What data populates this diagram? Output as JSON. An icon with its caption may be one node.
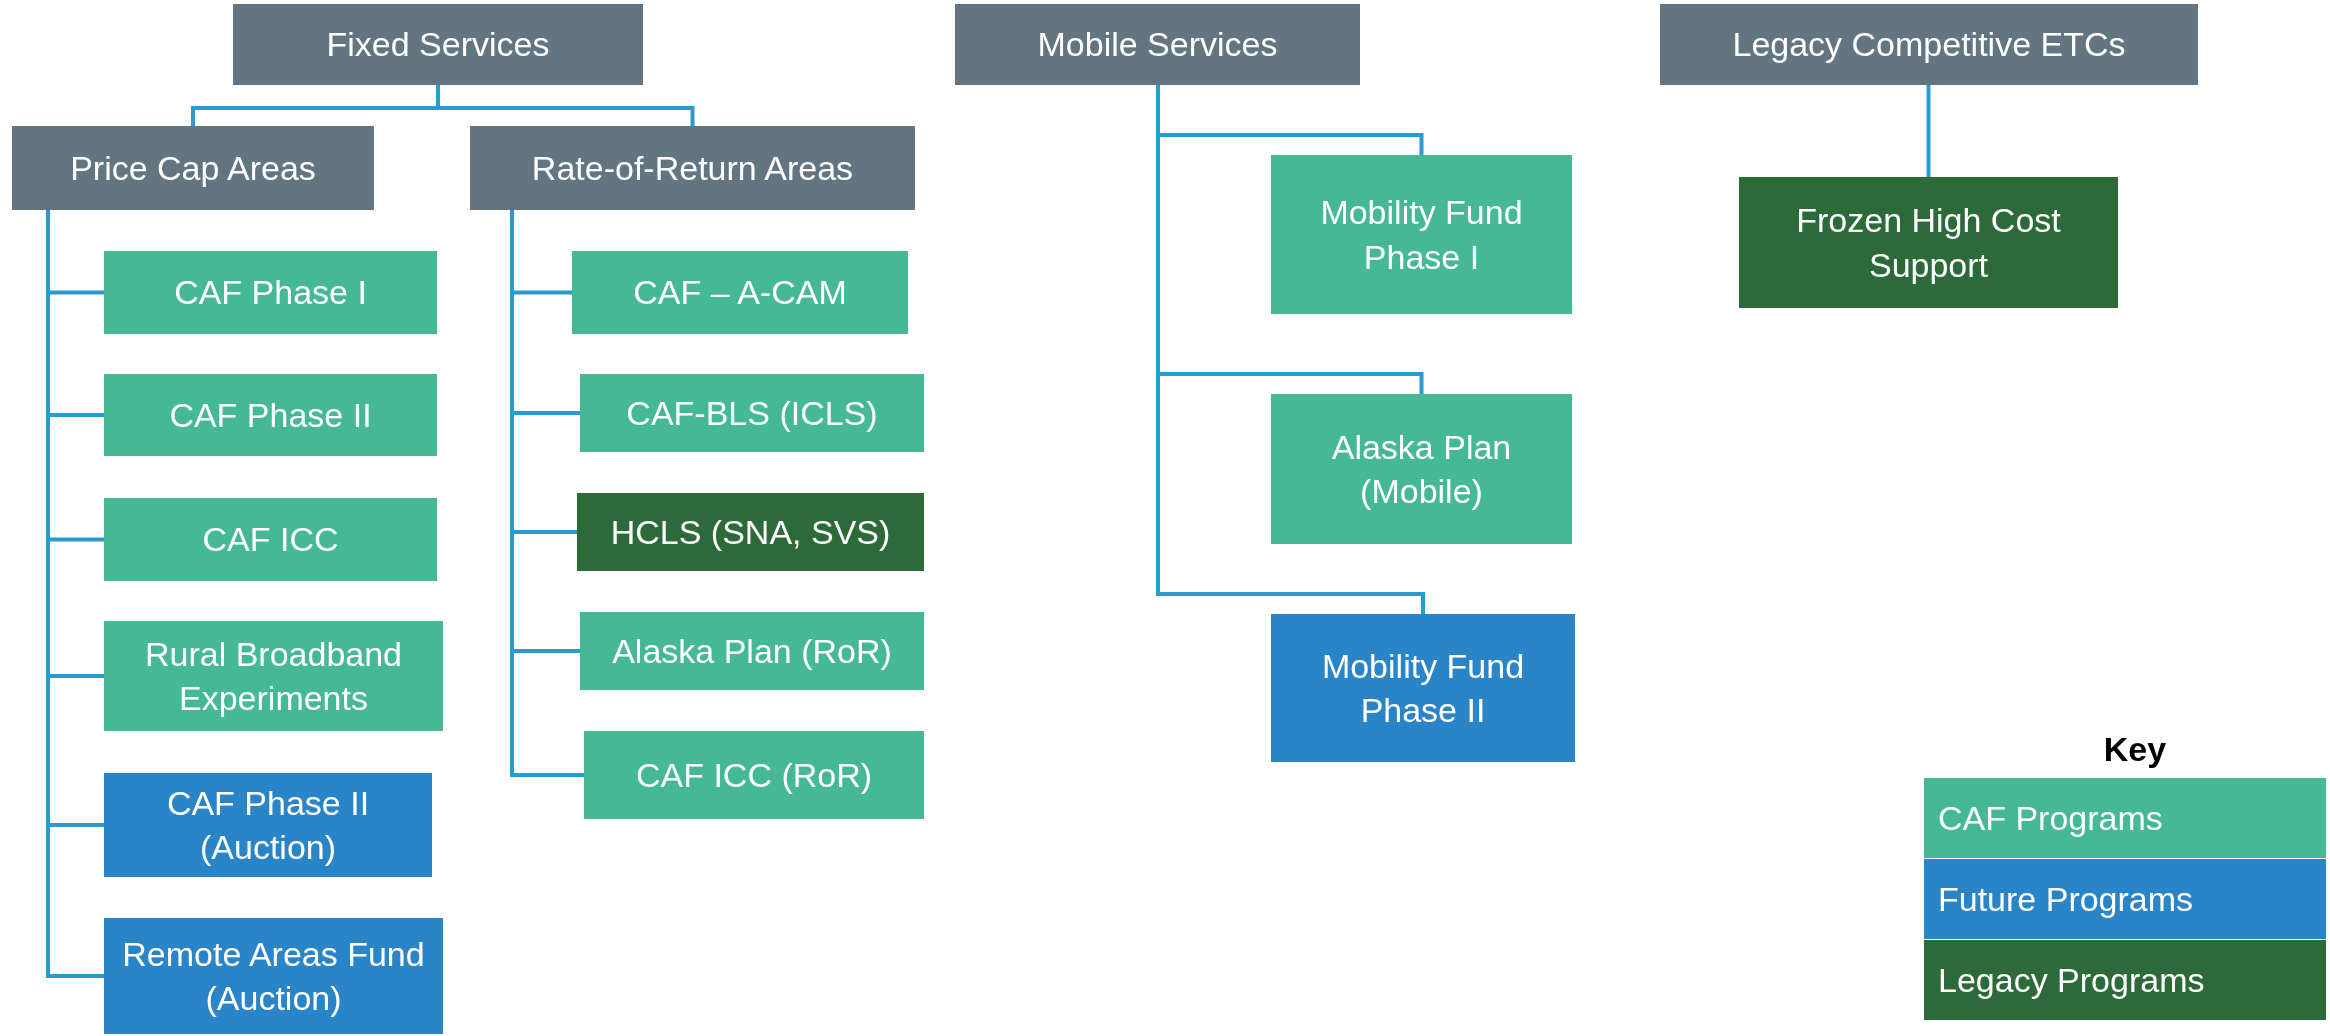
{
  "diagram": {
    "nodes": [
      {
        "text": [
          "Fixed Services"
        ]
      },
      {
        "text": [
          "Price Cap Areas"
        ]
      },
      {
        "text": [
          "Rate-of-Return Areas"
        ]
      },
      {
        "text": [
          "CAF Phase I"
        ]
      },
      {
        "text": [
          "CAF Phase II"
        ]
      },
      {
        "text": [
          "CAF ICC"
        ]
      },
      {
        "text": [
          "Rural Broadband Experiments"
        ]
      },
      {
        "text": [
          "CAF Phase II (Auction)"
        ]
      },
      {
        "text": [
          "Remote Areas Fund (Auction)"
        ]
      },
      {
        "text": [
          "CAF – A-CAM"
        ]
      },
      {
        "text": [
          "CAF-BLS (ICLS)"
        ]
      },
      {
        "text": [
          "HCLS (SNA, SVS)"
        ]
      },
      {
        "text": [
          "Alaska Plan (RoR)"
        ]
      },
      {
        "text": [
          "CAF ICC (RoR)"
        ]
      },
      {
        "text": [
          "Mobile Services"
        ]
      },
      {
        "text": [
          "Mobility Fund Phase I"
        ]
      },
      {
        "text": [
          "Alaska Plan (Mobile)"
        ]
      },
      {
        "text": [
          "Mobility Fund Phase II"
        ]
      },
      {
        "text": [
          "Legacy Competitive ETCs"
        ]
      },
      {
        "text": [
          "Frozen High Cost Support"
        ]
      }
    ],
    "edges": [
      {
        "from": 0,
        "to": 1,
        "arrow": "none"
      },
      {
        "from": 0,
        "to": 2,
        "arrow": "none"
      },
      {
        "from": 1,
        "to": 3,
        "arrow": "none"
      },
      {
        "from": 1,
        "to": 4,
        "arrow": "none"
      },
      {
        "from": 1,
        "to": 5,
        "arrow": "none"
      },
      {
        "from": 1,
        "to": 6,
        "arrow": "none"
      },
      {
        "from": 1,
        "to": 7,
        "arrow": "none"
      },
      {
        "from": 1,
        "to": 8,
        "arrow": "none"
      },
      {
        "from": 2,
        "to": 9,
        "arrow": "none"
      },
      {
        "from": 2,
        "to": 10,
        "arrow": "none"
      },
      {
        "from": 2,
        "to": 11,
        "arrow": "none"
      },
      {
        "from": 2,
        "to": 12,
        "arrow": "none"
      },
      {
        "from": 2,
        "to": 13,
        "arrow": "none"
      },
      {
        "from": 14,
        "to": 15,
        "arrow": "none"
      },
      {
        "from": 14,
        "to": 16,
        "arrow": "none"
      },
      {
        "from": 14,
        "to": 17,
        "arrow": "none"
      },
      {
        "from": 18,
        "to": 19,
        "arrow": "none"
      }
    ],
    "labels": [
      "Key"
    ],
    "legend": [
      {
        "text": "CAF Programs",
        "color": "#45b995"
      },
      {
        "text": "Future Programs",
        "color": "#2a84c8"
      },
      {
        "text": "Legacy Programs",
        "color": "#2d6a3a"
      }
    ]
  }
}
